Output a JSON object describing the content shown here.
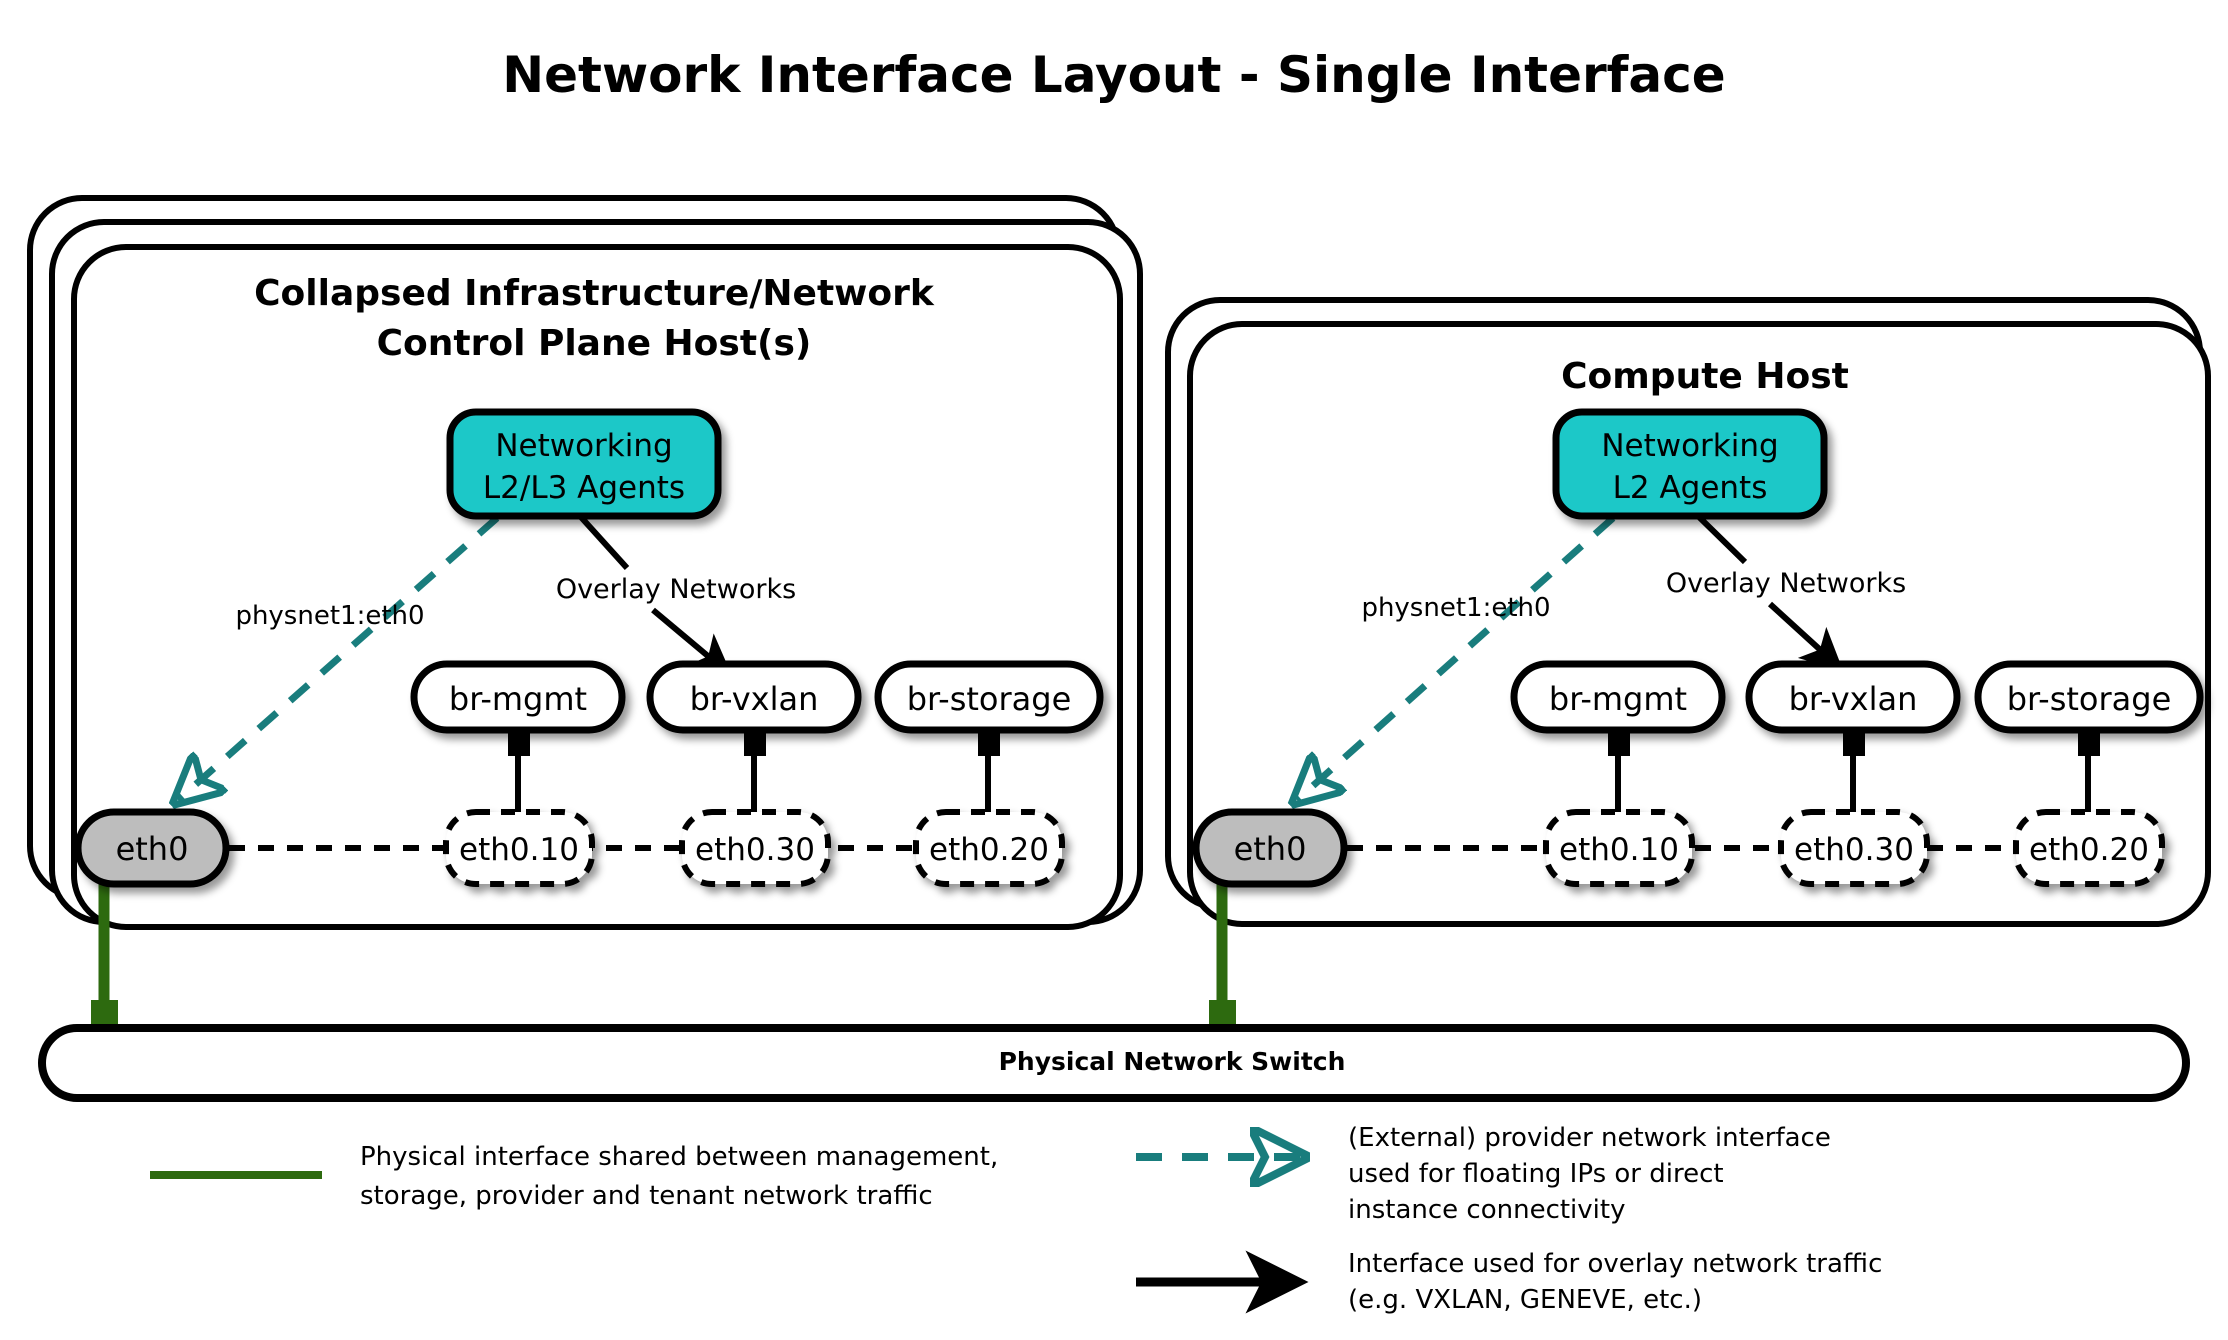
{
  "title": "Network Interface Layout - Single Interface",
  "colors": {
    "agent_fill": "#1ec8c8",
    "nic_fill": "#bdbdbd",
    "provider_teal": "#197d7d",
    "physical_green": "#2d6a0f",
    "stroke": "#000000",
    "background": "#ffffff"
  },
  "hosts": [
    {
      "id": "control-plane-host",
      "title_line1": "Collapsed Infrastructure/Network",
      "title_line2": "Control Plane Host(s)",
      "stack_count": 3,
      "agent": {
        "line1": "Networking",
        "line2": "L2/L3 Agents"
      },
      "provider_label": "physnet1:eth0",
      "overlay_label": "Overlay Networks",
      "nic": "eth0",
      "bridges": [
        {
          "bridge": "br-mgmt",
          "vlan": "eth0.10"
        },
        {
          "bridge": "br-vxlan",
          "vlan": "eth0.30"
        },
        {
          "bridge": "br-storage",
          "vlan": "eth0.20"
        }
      ]
    },
    {
      "id": "compute-host",
      "title_line1": "Compute Host",
      "title_line2": "",
      "stack_count": 2,
      "agent": {
        "line1": "Networking",
        "line2": "L2 Agents"
      },
      "provider_label": "physnet1:eth0",
      "overlay_label": "Overlay Networks",
      "nic": "eth0",
      "bridges": [
        {
          "bridge": "br-mgmt",
          "vlan": "eth0.10"
        },
        {
          "bridge": "br-vxlan",
          "vlan": "eth0.30"
        },
        {
          "bridge": "br-storage",
          "vlan": "eth0.20"
        }
      ]
    }
  ],
  "switch": {
    "label": "Physical Network Switch"
  },
  "legend": [
    {
      "id": "legend-physical-interface",
      "marker": "solid-green-line",
      "lines": [
        "Physical interface shared between management,",
        "storage, provider and tenant network traffic"
      ]
    },
    {
      "id": "legend-provider-interface",
      "marker": "dashed-teal-arrow",
      "lines": [
        "(External) provider network interface",
        "used for floating IPs or direct",
        "instance connectivity"
      ]
    },
    {
      "id": "legend-overlay-interface",
      "marker": "solid-black-arrow",
      "lines": [
        "Interface used for overlay network traffic",
        "(e.g. VXLAN, GENEVE, etc.)"
      ]
    }
  ]
}
